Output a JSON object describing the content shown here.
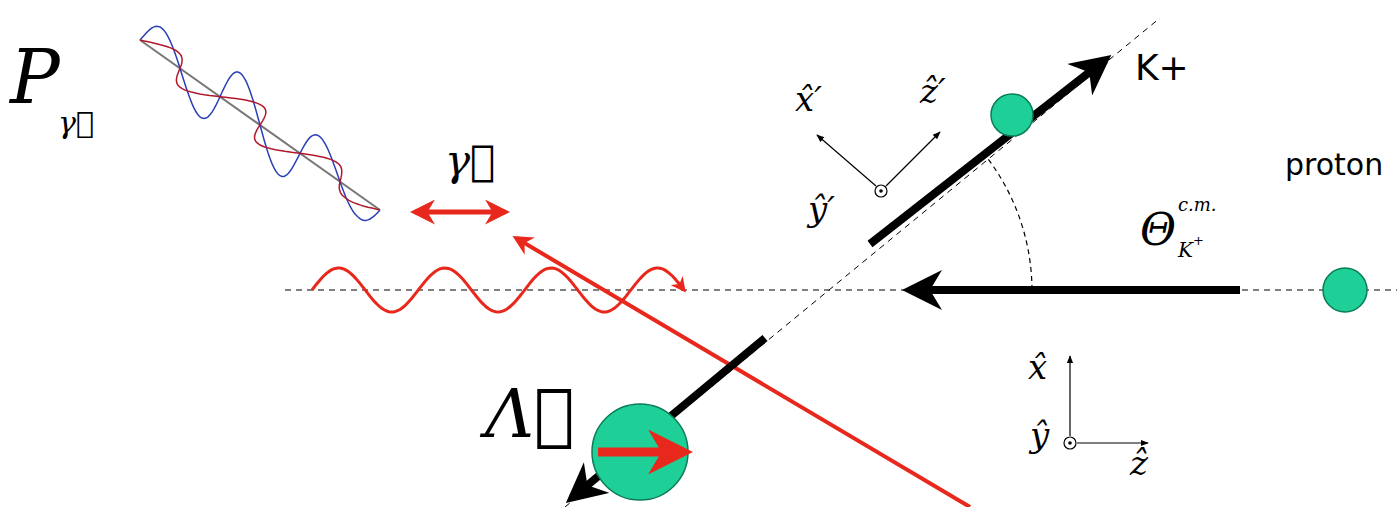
{
  "diagram": {
    "labels": [
      "P",
      "γ⃗",
      "γ⃗",
      "x̂′",
      "ẑ′",
      "ŷ′",
      "K+",
      "Θ",
      "c.m.",
      "K",
      "+",
      "proton",
      "Λ⃗",
      "x̂",
      "ŷ",
      "ẑ"
    ]
  }
}
